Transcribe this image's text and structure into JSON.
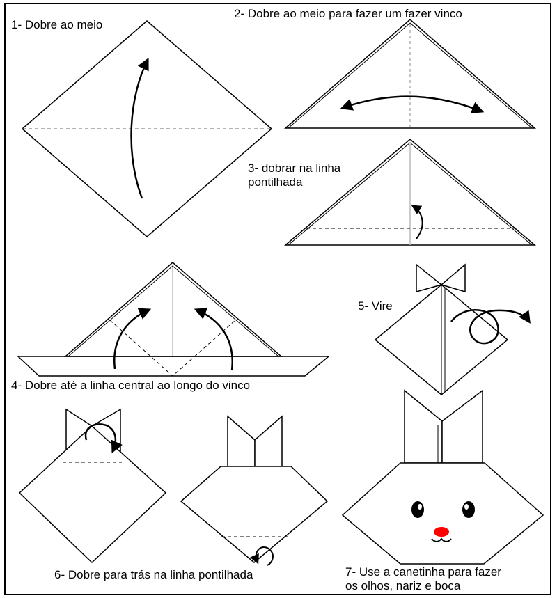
{
  "title": "",
  "steps": [
    {
      "number": "1",
      "text": "1- Dobre ao meio"
    },
    {
      "number": "2",
      "text": "2- Dobre ao meio para fazer um fazer vinco"
    },
    {
      "number": "3",
      "text_line1": "3- dobrar na linha",
      "text_line2": "pontilhada"
    },
    {
      "number": "4",
      "text": "4- Dobre até a linha central ao longo do vinco"
    },
    {
      "number": "5",
      "text": "5- Vire"
    },
    {
      "number": "6",
      "text": "6- Dobre para trás na linha pontilhada"
    },
    {
      "number": "7",
      "text_line1": "7- Use a canetinha para fazer",
      "text_line2": "os olhos, nariz e boca"
    }
  ],
  "colors": {
    "line": "#000000",
    "paper": "#ffffff",
    "nose": "#ff0000",
    "crease": "#bbbbbb"
  },
  "icons": [
    "fold-arrow-icon",
    "turn-over-icon",
    "dashed-fold-line"
  ]
}
